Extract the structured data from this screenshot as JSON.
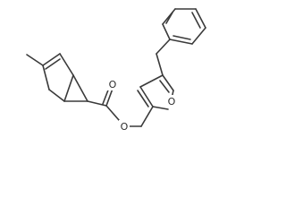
{
  "structure": {
    "atoms": [
      {
        "id": "ring_oxygen",
        "element": "O",
        "label": "O"
      },
      {
        "id": "ester_oxygen",
        "element": "O",
        "label": "O"
      },
      {
        "id": "carbonyl_oxygen",
        "element": "O",
        "label": "O"
      }
    ]
  },
  "colors": {
    "bond": "#3a3a3a",
    "label": "#2b2b2b",
    "background": "#ffffff"
  }
}
